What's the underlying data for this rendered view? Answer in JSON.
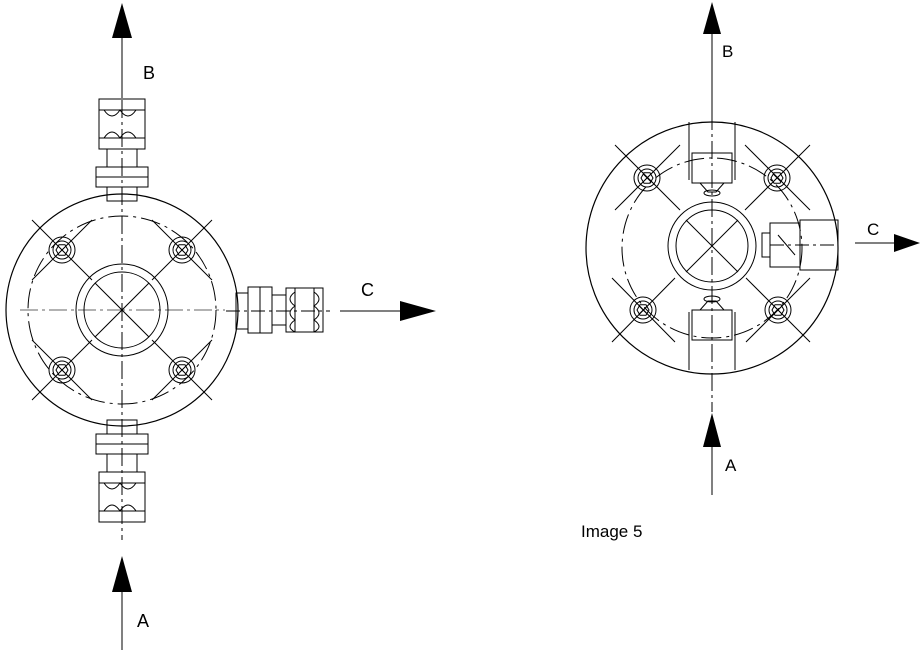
{
  "left_view": {
    "port_b": "B",
    "port_c": "C",
    "port_a": "A"
  },
  "right_view": {
    "port_b": "B",
    "port_c": "C",
    "port_a": "A"
  },
  "caption": "Image 5",
  "colors": {
    "line": "#000000",
    "background": "#ffffff"
  }
}
